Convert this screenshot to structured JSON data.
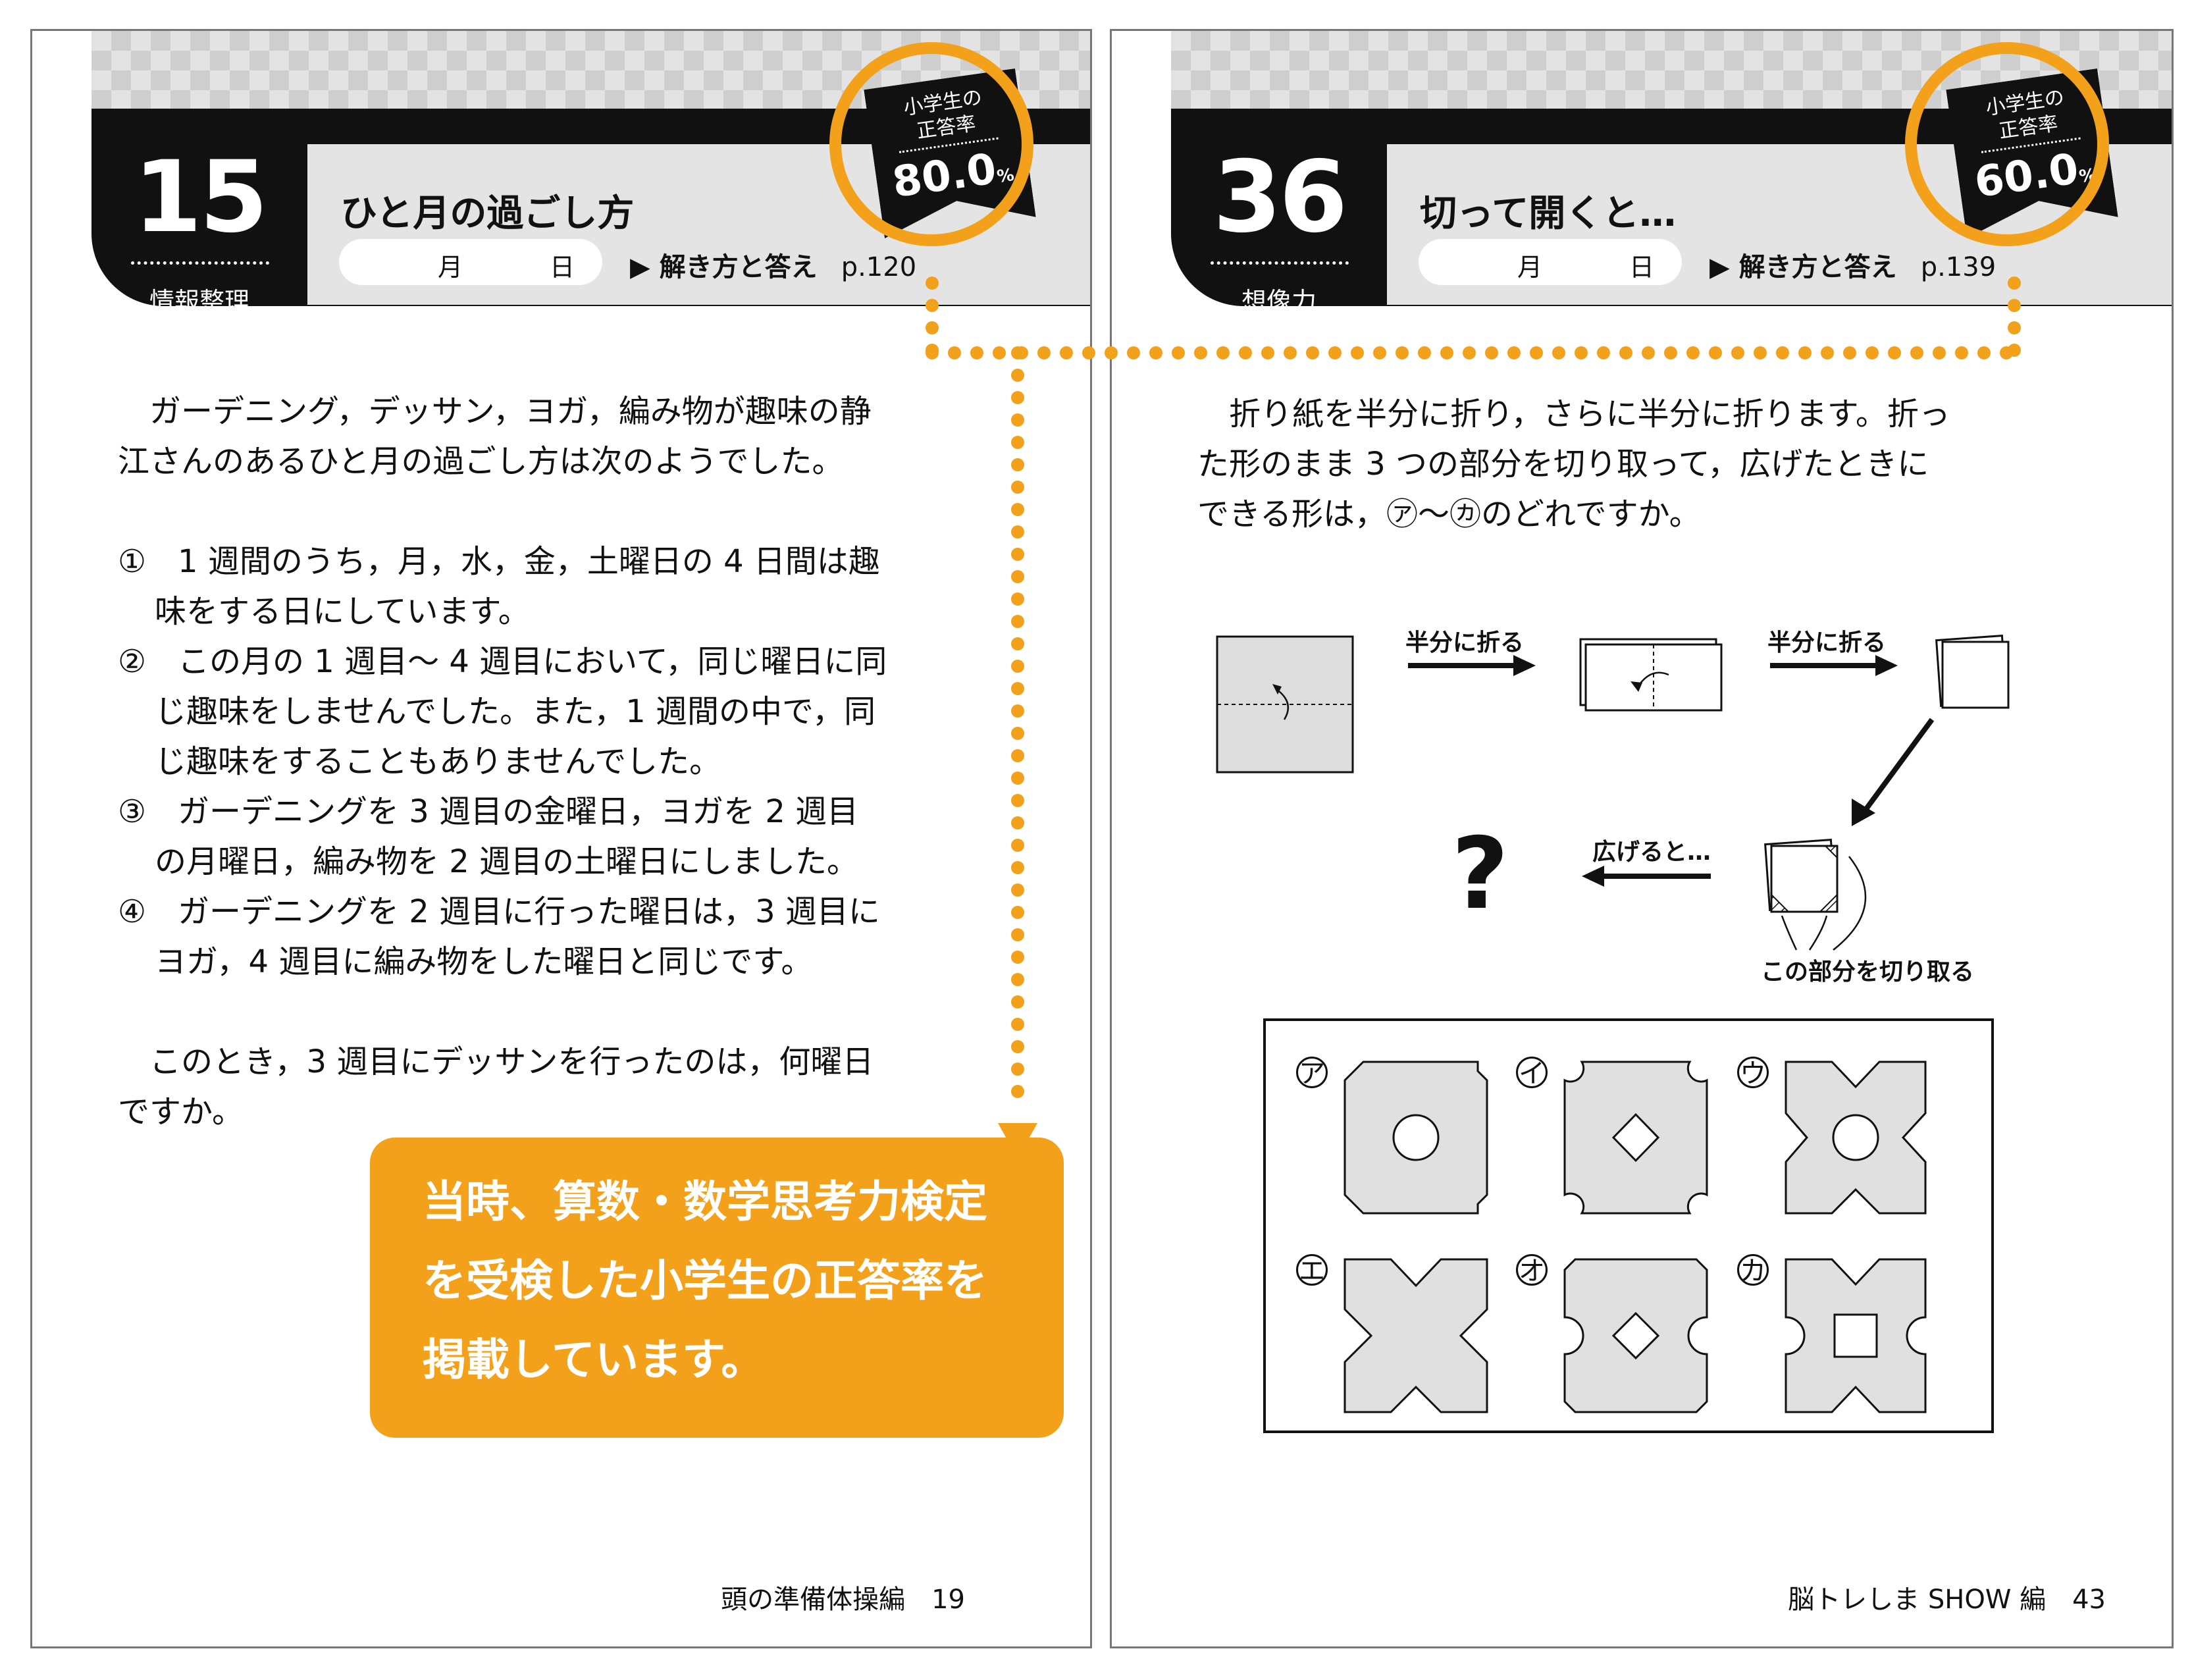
{
  "left": {
    "number": "15",
    "category": "情報整理",
    "title": "ひと月の過ごし方",
    "date_month": "月",
    "date_day": "日",
    "answer_link": "▶ 解き方と答え",
    "answer_page": "p.120",
    "ribbon_label_1": "小学生の",
    "ribbon_label_2": "正答率",
    "ribbon_value": "80.0",
    "ribbon_unit": "%",
    "intro_1": "　ガーデニング，デッサン，ヨガ，編み物が趣味の静",
    "intro_2": "江さんのあるひと月の過ごし方は次のようでした。",
    "items": [
      [
        "①　1 週間のうち，月，水，金，土曜日の 4 日間は趣",
        "味をする日にしています。"
      ],
      [
        "②　この月の 1 週目～ 4 週目において，同じ曜日に同",
        "じ趣味をしませんでした。また，1 週間の中で，同",
        "じ趣味をすることもありませんでした。"
      ],
      [
        "③　ガーデニングを 3 週目の金曜日，ヨガを 2 週目",
        "の月曜日，編み物を 2 週目の土曜日にしました。"
      ],
      [
        "④　ガーデニングを 2 週目に行った曜日は，3 週目に",
        "ヨガ，4 週目に編み物をした曜日と同じです。"
      ]
    ],
    "question_1": "　このとき，3 週目にデッサンを行ったのは，何曜日",
    "question_2": "ですか。",
    "footer": "頭の準備体操編　19"
  },
  "callout": {
    "line_1": "当時、算数・数学思考力検定",
    "line_2": "を受検した小学生の正答率を",
    "line_3": "掲載しています。"
  },
  "right": {
    "number": "36",
    "category": "想像力",
    "title": "切って開くと…",
    "date_month": "月",
    "date_day": "日",
    "answer_link": "▶ 解き方と答え",
    "answer_page": "p.139",
    "ribbon_label_1": "小学生の",
    "ribbon_label_2": "正答率",
    "ribbon_value": "60.0",
    "ribbon_unit": "%",
    "intro_1": "　折り紙を半分に折り，さらに半分に折ります。折っ",
    "intro_2": "た形のまま 3 つの部分を切り取って，広げたときに",
    "intro_3": "できる形は，㋐～㋕のどれですか。",
    "fold_label_1": "半分に折る",
    "fold_label_2": "半分に折る",
    "unfold_label": "広げると…",
    "question_mark": "?",
    "cut_label": "この部分を切り取る",
    "options": [
      "ア",
      "イ",
      "ウ",
      "エ",
      "オ",
      "カ"
    ],
    "footer": "脳トレしま SHOW 編　43"
  },
  "colors": {
    "accent": "#f3a11a",
    "header_dark": "#111111",
    "header_light": "#e4e4e4",
    "shape_fill": "#e0e0e0"
  }
}
